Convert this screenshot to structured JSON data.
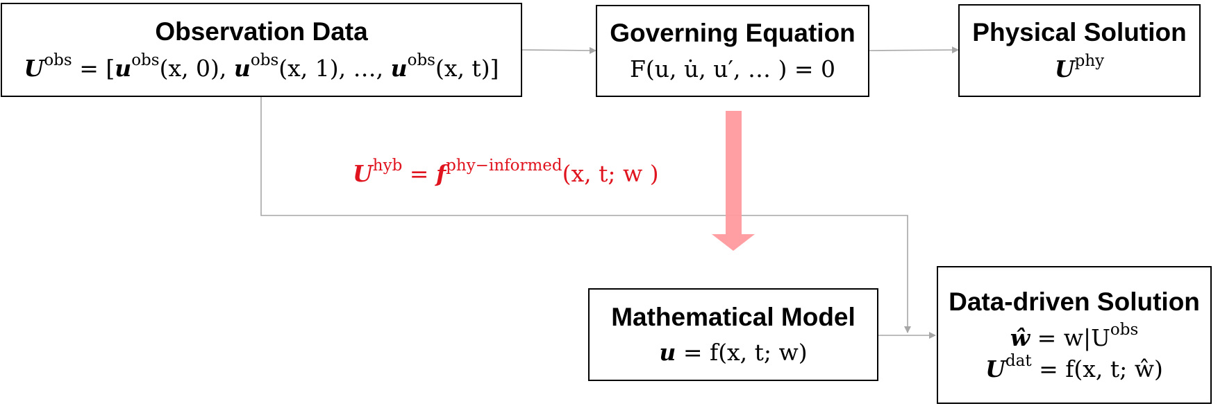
{
  "boxes": {
    "observation": {
      "title": "Observation Data",
      "lhs_symbol": "U",
      "lhs_sup": "obs",
      "rhs_text": "= [",
      "terms": [
        {
          "sym": "u",
          "sup": "obs",
          "args": "(x, 0)"
        },
        {
          "sym": "u",
          "sup": "obs",
          "args": "(x, 1)"
        },
        {
          "sym": "u",
          "sup": "obs",
          "args": "(x, t)"
        }
      ],
      "ellipsis": "…"
    },
    "governing": {
      "title": "Governing Equation",
      "equation": "F(u, u̇, u′, … ) = 0"
    },
    "physical": {
      "title": "Physical Solution",
      "symbol": "U",
      "sup": "phy"
    },
    "mathematical": {
      "title": "Mathematical Model",
      "equation_lhs": "u",
      "equation_rhs": " = f(x, t; w)"
    },
    "data_driven": {
      "title": "Data-driven Solution",
      "line1_lhs": "ŵ",
      "line1_mid": " = w|U",
      "line1_sup": "obs",
      "line2_sym": "U",
      "line2_sup": "dat",
      "line2_rhs": " = f(x, t; ŵ)"
    }
  },
  "hybrid": {
    "symbol": "U",
    "sup": "hyb",
    "eq_sign": " = ",
    "fn": "f",
    "fn_sup": "phy−informed",
    "args": "(x, t; w )",
    "color": "#e0141e"
  },
  "colors": {
    "connector": "#a6a6a6",
    "big_arrow": "#ff9a9e",
    "border": "#000000"
  }
}
